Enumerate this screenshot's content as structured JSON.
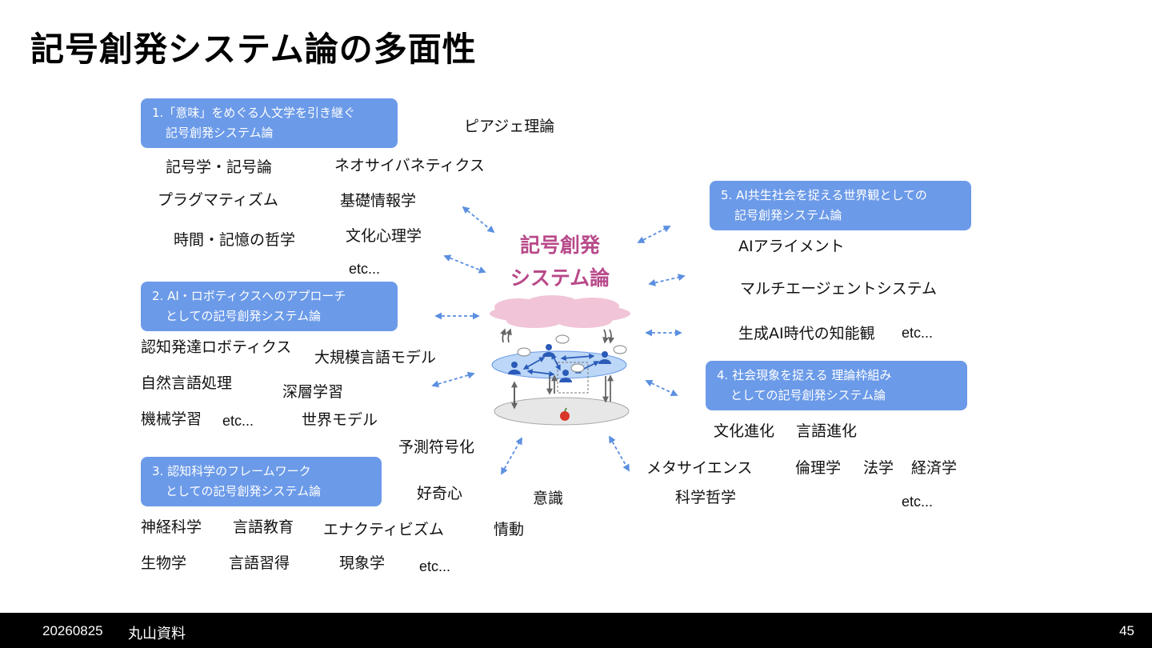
{
  "title": "記号創発システム論の多面性",
  "center": {
    "line1": "記号創発",
    "line2": "システム論"
  },
  "sections": [
    {
      "num": "1.",
      "line1": "「意味」をめぐる人文学を引き継ぐ",
      "line2": "記号創発システム論",
      "items": [
        "ピアジェ理論",
        "記号学・記号論",
        "ネオサイバネティクス",
        "プラグマティズム",
        "基礎情報学",
        "時間・記憶の哲学",
        "文化心理学"
      ],
      "etc": "etc..."
    },
    {
      "num": "2.",
      "line1": "AI・ロボティクスへのアプローチ",
      "line2": "としての記号創発システム論",
      "items": [
        "認知発達ロボティクス",
        "大規模言語モデル",
        "自然言語処理",
        "深層学習",
        "機械学習",
        "世界モデル"
      ],
      "etc": "etc..."
    },
    {
      "num": "3.",
      "line1": "認知科学のフレームワーク",
      "line2": "としての記号創発システム論",
      "items": [
        "予測符号化",
        "好奇心",
        "意識",
        "神経科学",
        "言語教育",
        "エナクティビズム",
        "情動",
        "生物学",
        "言語習得",
        "現象学"
      ],
      "etc": "etc..."
    },
    {
      "num": "4.",
      "line1": "社会現象を捉える 理論枠組み",
      "line2": "としての記号創発システム論",
      "items": [
        "文化進化",
        "言語進化",
        "メタサイエンス",
        "倫理学",
        "法学",
        "経済学",
        "科学哲学"
      ],
      "etc": "etc..."
    },
    {
      "num": "5.",
      "line1": "AI共生社会を捉える世界観としての",
      "line2": "記号創発システム論",
      "items": [
        "AIアライメント",
        "マルチエージェントシステム",
        "生成AI時代の知能観"
      ],
      "etc": "etc..."
    }
  ],
  "footer": {
    "date": "20260825",
    "author": "丸山資料",
    "page": "45"
  },
  "colors": {
    "box": "#6b9ae8",
    "center_title": "#b84a8a",
    "arrow": "#5b8fe0",
    "cloud": "#f1c4d8",
    "disk": "#bcd7f7"
  }
}
